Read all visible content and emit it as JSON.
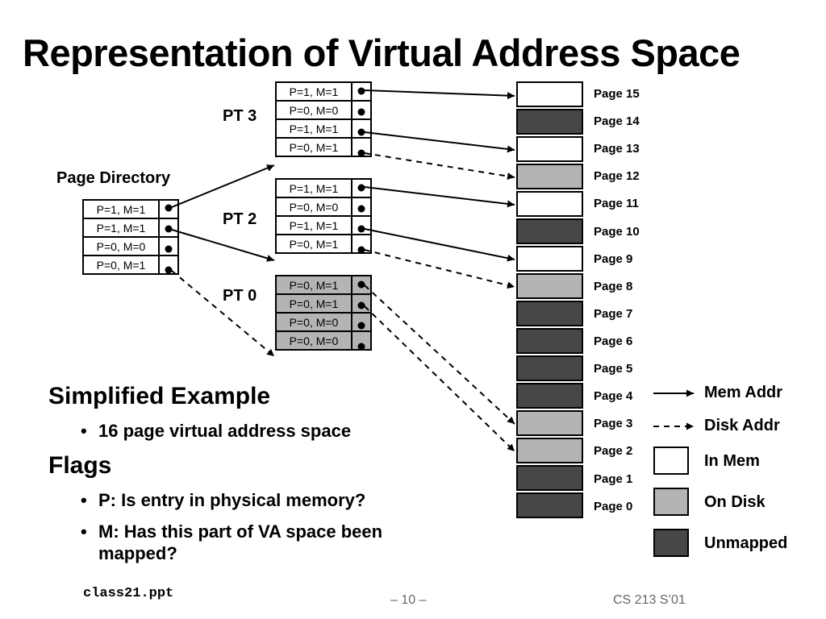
{
  "title": "Representation of Virtual Address Space",
  "page_directory": {
    "label": "Page Directory",
    "entries": [
      "P=1, M=1",
      "P=1, M=1",
      "P=0, M=0",
      "P=0, M=1"
    ]
  },
  "page_tables": [
    {
      "label": "PT 3",
      "entries": [
        "P=1, M=1",
        "P=0, M=0",
        "P=1, M=1",
        "P=0, M=1"
      ]
    },
    {
      "label": "PT 2",
      "entries": [
        "P=1, M=1",
        "P=0, M=0",
        "P=1, M=1",
        "P=0, M=1"
      ]
    },
    {
      "label": "PT 0",
      "entries": [
        "P=0, M=1",
        "P=0, M=1",
        "P=0, M=0",
        "P=0, M=0"
      ]
    }
  ],
  "pages": [
    {
      "label": "Page 15",
      "state": "in-mem"
    },
    {
      "label": "Page 14",
      "state": "unmapped"
    },
    {
      "label": "Page 13",
      "state": "in-mem"
    },
    {
      "label": "Page 12",
      "state": "on-disk"
    },
    {
      "label": "Page 11",
      "state": "in-mem"
    },
    {
      "label": "Page 10",
      "state": "unmapped"
    },
    {
      "label": "Page 9",
      "state": "in-mem"
    },
    {
      "label": "Page 8",
      "state": "on-disk"
    },
    {
      "label": "Page 7",
      "state": "unmapped"
    },
    {
      "label": "Page 6",
      "state": "unmapped"
    },
    {
      "label": "Page 5",
      "state": "unmapped"
    },
    {
      "label": "Page 4",
      "state": "unmapped"
    },
    {
      "label": "Page 3",
      "state": "on-disk"
    },
    {
      "label": "Page 2",
      "state": "on-disk"
    },
    {
      "label": "Page 1",
      "state": "unmapped"
    },
    {
      "label": "Page 0",
      "state": "unmapped"
    }
  ],
  "legend": {
    "mem_addr": "Mem Addr",
    "disk_addr": "Disk Addr",
    "in_mem": "In Mem",
    "on_disk": "On Disk",
    "unmapped": "Unmapped"
  },
  "colors": {
    "in_mem": "#ffffff",
    "on_disk": "#b4b4b4",
    "unmapped": "#474747"
  },
  "notes": {
    "heading1": "Simplified Example",
    "bullet1": "16 page virtual address space",
    "heading2": "Flags",
    "bullet2": "P: Is entry in physical memory?",
    "bullet3": "M: Has this part of VA space been mapped?"
  },
  "footer": {
    "file": "class21.ppt",
    "page": "– 10 –",
    "course": "CS 213 S’01"
  }
}
